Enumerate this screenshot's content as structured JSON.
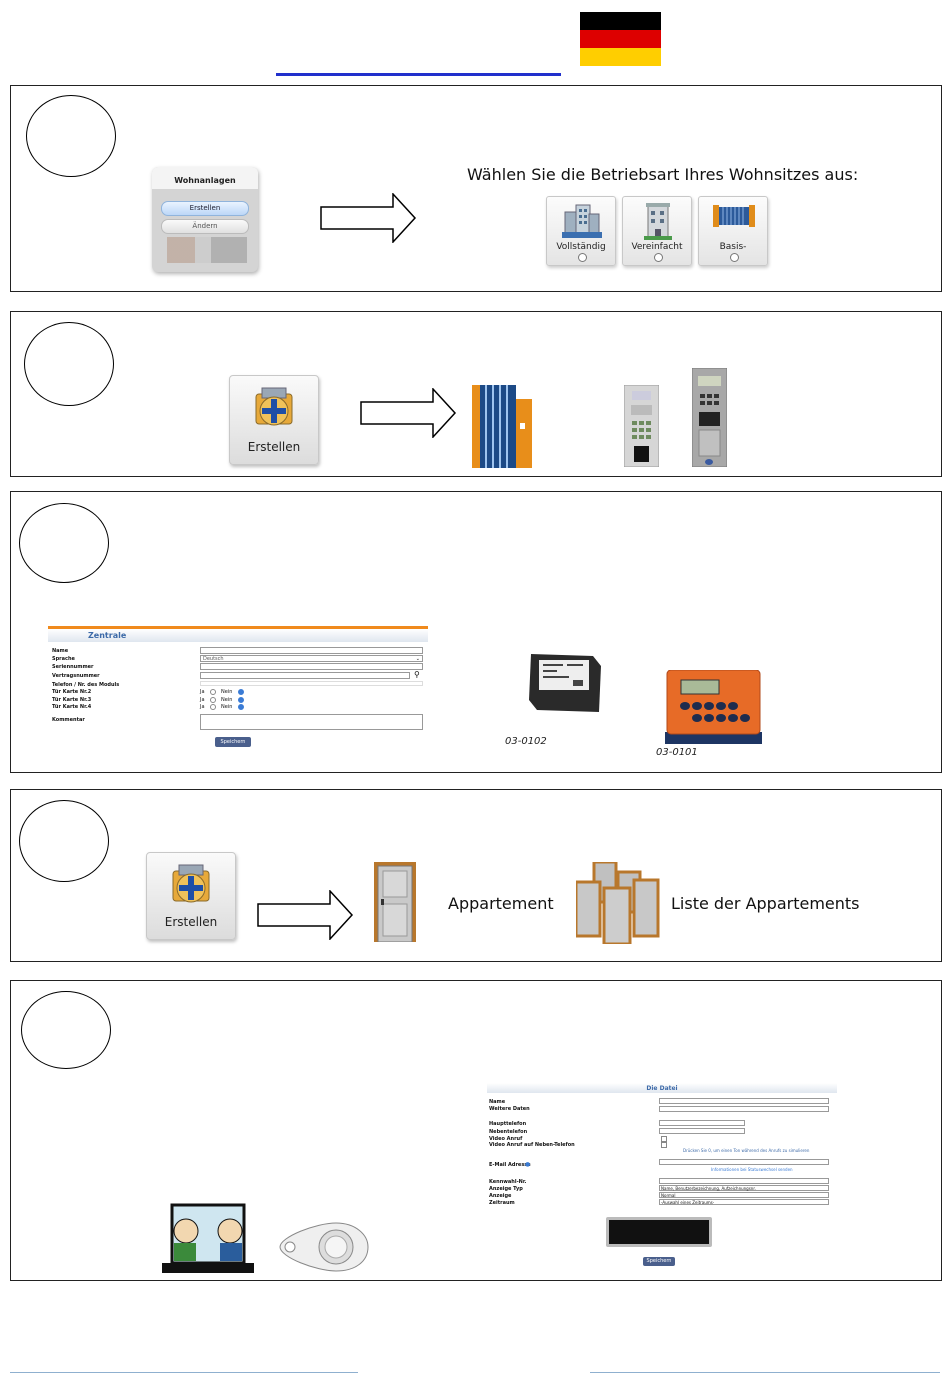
{
  "header": {
    "flag": {
      "colors": [
        "#000000",
        "#dd0000",
        "#ffce00"
      ]
    },
    "link_underline_color": "#2130cc"
  },
  "step1": {
    "menu": {
      "title": "Wohnanlagen",
      "create": "Erstellen",
      "edit": "Ändern"
    },
    "prompt": "Wählen Sie die Betriebsart Ihres Wohnsitzes aus:",
    "modes": [
      {
        "label": "Vollständig",
        "icon": "apartment-building-icon"
      },
      {
        "label": "Vereinfacht",
        "icon": "building-icon"
      },
      {
        "label": "Basis-",
        "icon": "gate-icon"
      }
    ]
  },
  "step2": {
    "create_button": "Erstellen",
    "devices": [
      "gate-icon",
      "intercom-panel-icon",
      "keypad-panel-icon"
    ]
  },
  "step3": {
    "form": {
      "title": "Zentrale",
      "fields": [
        "Name",
        "Sprache",
        "Seriennummer",
        "Vertragsnummer",
        "Telefon / Nr. des Moduls",
        "Tür Karte Nr.2",
        "Tür Karte Nr.3",
        "Tür Karte Nr.4",
        "Kommentar"
      ],
      "language_value": "Deutsch",
      "yes": "Ja",
      "no": "Nein",
      "save": "Speichern"
    },
    "module_codes": [
      "03-0102",
      "03-0101"
    ],
    "accent": "#f08a1c"
  },
  "step4": {
    "create_button": "Erstellen",
    "apartment_label": "Appartement",
    "list_label": "Liste der Appartements"
  },
  "step5": {
    "form": {
      "title": "Die Datei",
      "fields": [
        "Name",
        "Weitere Daten",
        "Haupttelefon",
        "Nebentelefon",
        "Video Anruf",
        "Video Anruf auf Neben-Telefon",
        "E-Mail Adresse",
        "Kennwahl-Nr.",
        "Anzeige Typ",
        "Anzeige",
        "Zeitraum"
      ],
      "note": "Drücken Sie 0, um einen Ton während des Anrufs zu simulieren",
      "email_link": "Informationen bei Statuswechsel senden",
      "display_type_value": "Name, Benutzerbezeichnung, Aufzeichnungsnr.",
      "display_value": "Normal",
      "period_value": "-Auswahl eines Zeitraums-",
      "save": "Speichern"
    }
  }
}
